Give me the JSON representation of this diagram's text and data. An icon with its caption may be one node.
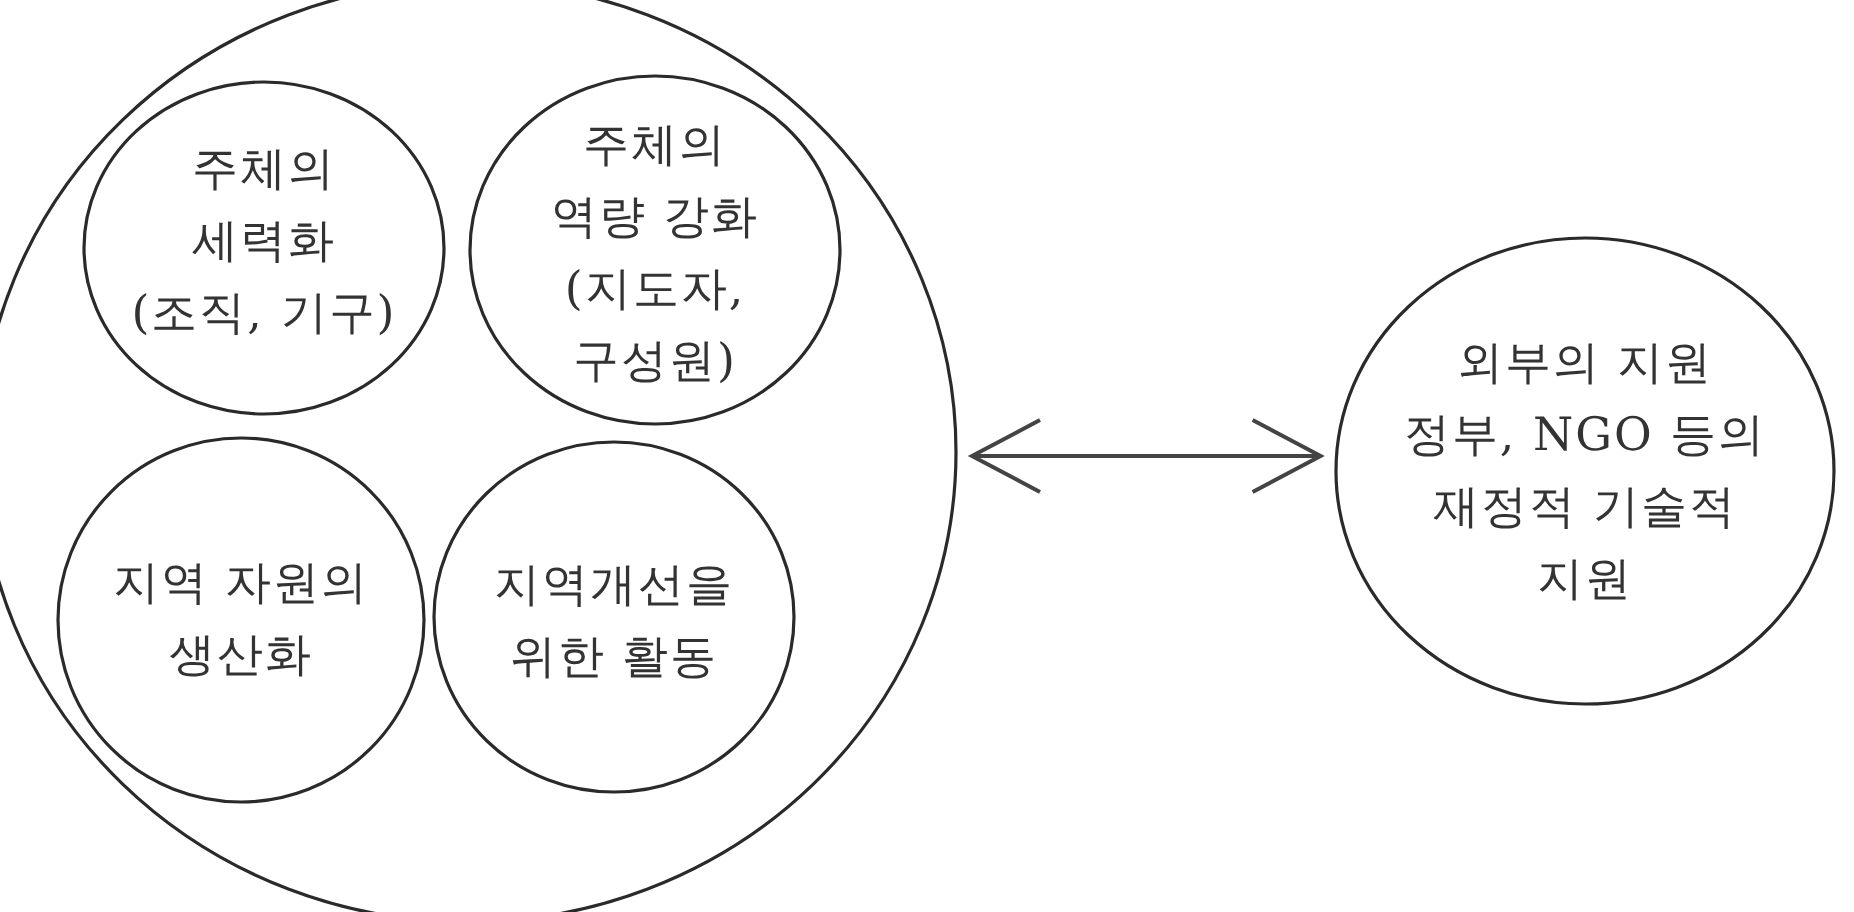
{
  "diagram": {
    "nodes": [
      {
        "text": [],
        "shape": "circle"
      },
      {
        "text": [
          "주체의 세력화 (조직, 기구)"
        ],
        "in": 0
      },
      {
        "text": [
          "주체의 역량 강화 (지도자, 구성원)"
        ],
        "in": 0
      },
      {
        "text": [
          "지역 자원의 생산화"
        ],
        "in": 0
      },
      {
        "text": [
          "지역개선을 위한 활동"
        ],
        "in": 0
      },
      {
        "text": [
          "외부의 지원 정부, NGO 등의 재정적 기술적 지원"
        ]
      }
    ],
    "edges": [
      {
        "from": 0,
        "to": 5,
        "arrow": "both"
      }
    ]
  }
}
